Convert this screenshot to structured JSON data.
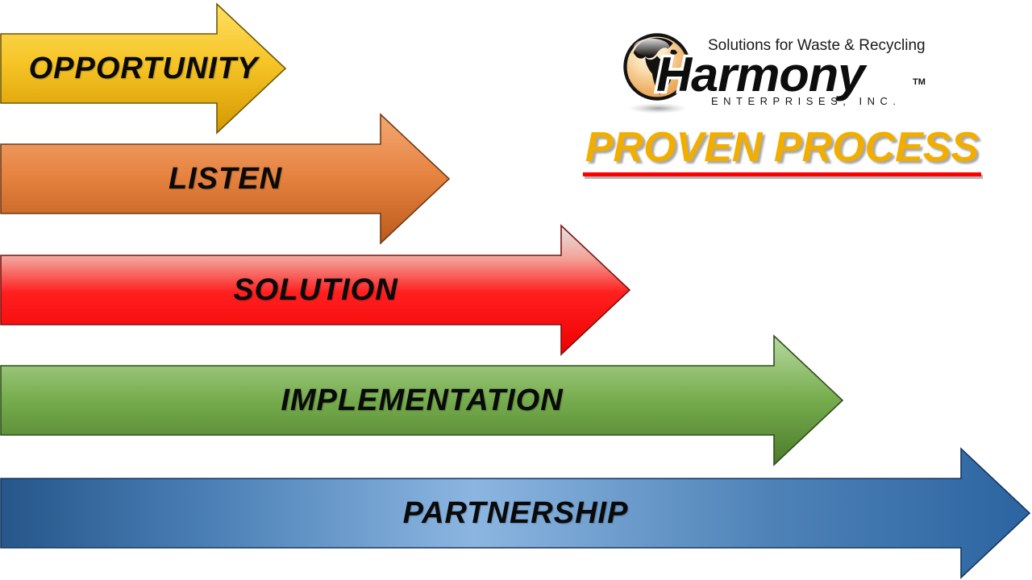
{
  "slide": {
    "background": "#FFFFFF",
    "title": "PROVEN PROCESS",
    "title_color": "#F2AE00",
    "title_shadow_color": "#A8A8A8",
    "underline_color": "#FF0000"
  },
  "logo": {
    "globe_icon": "globe-americas-icon",
    "tagline": "Solutions for Waste & Recycling",
    "brand": "Harmony",
    "trademark": "TM",
    "subtext": "ENTERPRISES, INC."
  },
  "process": {
    "steps": [
      {
        "order": 1,
        "label": "OPPORTUNITY",
        "direction": "v",
        "stops": [
          [
            "0%",
            "#FFDF63"
          ],
          [
            "45%",
            "#F6C527"
          ],
          [
            "100%",
            "#D49800"
          ]
        ],
        "stroke": "#6E5A07"
      },
      {
        "order": 2,
        "label": "LISTEN",
        "direction": "v",
        "stops": [
          [
            "0%",
            "#F3A873"
          ],
          [
            "50%",
            "#E5813E"
          ],
          [
            "100%",
            "#BB5A1B"
          ]
        ],
        "stroke": "#6E3A14"
      },
      {
        "order": 3,
        "label": "SOLUTION",
        "direction": "v",
        "stops": [
          [
            "0%",
            "#E3E3E3"
          ],
          [
            "25%",
            "#F2A49B"
          ],
          [
            "52%",
            "#FF1F1F"
          ],
          [
            "100%",
            "#F00000"
          ]
        ],
        "stroke": "#7A1212"
      },
      {
        "order": 4,
        "label": "IMPLEMENTATION",
        "direction": "v",
        "stops": [
          [
            "0%",
            "#B7D9A0"
          ],
          [
            "50%",
            "#76AC4D"
          ],
          [
            "100%",
            "#4C7A2B"
          ]
        ],
        "stroke": "#2F4F1A"
      },
      {
        "order": 5,
        "label": "PARTNERSHIP",
        "direction": "h",
        "stops": [
          [
            "0%",
            "#26568A"
          ],
          [
            "20%",
            "#4A7FB5"
          ],
          [
            "46%",
            "#8CB6E1"
          ],
          [
            "75%",
            "#4E82B7"
          ],
          [
            "100%",
            "#2B64A1"
          ]
        ],
        "stroke": "#17375E"
      }
    ]
  }
}
